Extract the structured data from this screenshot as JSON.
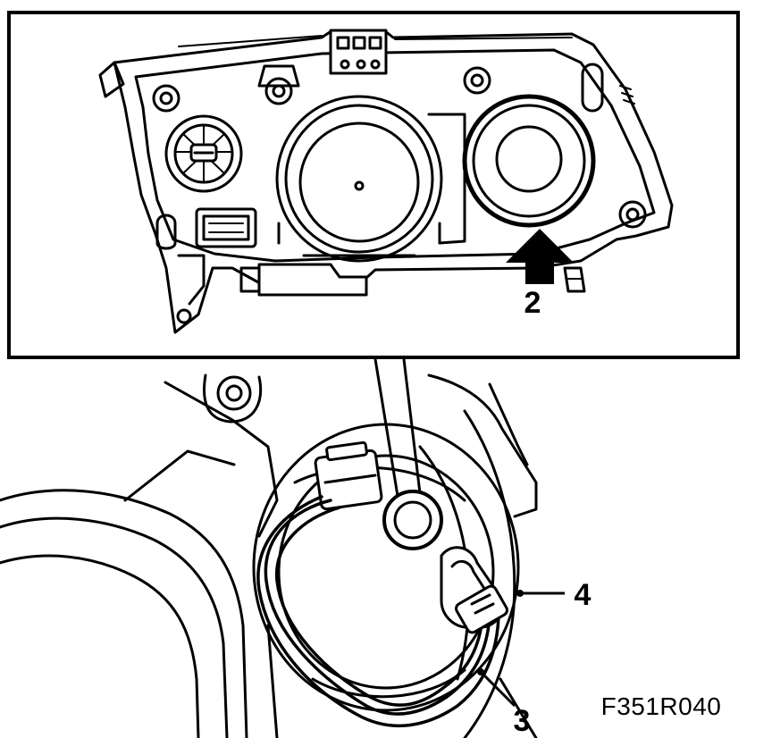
{
  "figure": {
    "figure_code": "F351R040",
    "callouts": [
      {
        "id": "2",
        "label": "2"
      },
      {
        "id": "3",
        "label": "3"
      },
      {
        "id": "4",
        "label": "4"
      }
    ]
  },
  "colors": {
    "ink": "#000000",
    "paper": "#ffffff"
  },
  "icons": {
    "arrow": "upward-block-arrow"
  }
}
